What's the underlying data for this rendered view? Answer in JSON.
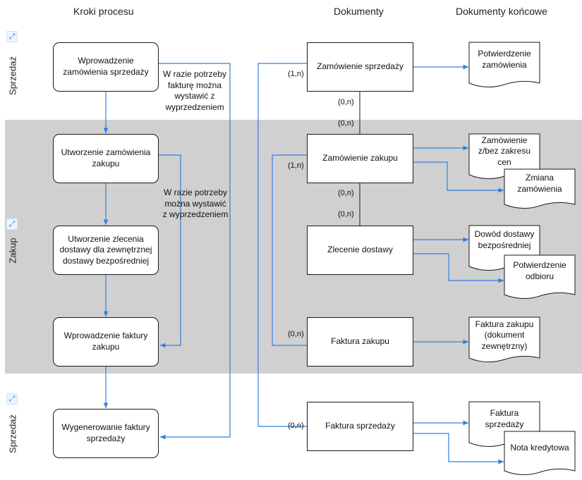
{
  "headers": {
    "steps": "Kroki procesu",
    "documents": "Dokumenty",
    "final_documents": "Dokumenty końcowe"
  },
  "lanes": {
    "top": "Sprzedaż",
    "middle": "Zakup",
    "bottom": "Sprzedaż"
  },
  "steps": {
    "enter_sales_order": "Wprowadzenie zamówienia sprzedaży",
    "create_purchase_order": "Utworzenie zamówienia zakupu",
    "create_drop_ship": "Utworzenie zlecenia dostawy dla zewnętrznej dostawy bezpośredniej",
    "enter_purchase_invoice": "Wprowadzenie faktury zakupu",
    "generate_sales_invoice": "Wygenerowanie faktury sprzedaży"
  },
  "notes": {
    "advance_invoice_1": "W razie potrzeby fakturę można wystawić z wyprzedzeniem",
    "advance_invoice_2": "W razie potrzeby można wystawić z wyprzedzeniem"
  },
  "documents": {
    "sales_order": "Zamówienie sprzedaży",
    "purchase_order": "Zamówienie zakupu",
    "delivery_order": "Zlecenie dostawy",
    "purchase_invoice": "Faktura zakupu",
    "sales_invoice": "Faktura sprzedaży"
  },
  "cardinalities": {
    "sales_order_in": "(1,n)",
    "sales_order_out": "(0,n)",
    "purchase_order_top": "(0,n)",
    "purchase_order_in": "(1,n)",
    "purchase_order_bottom": "(0,n)",
    "delivery_order_top": "(0,n)",
    "purchase_invoice_in": "(0,n)",
    "sales_invoice_in": "(0,n)"
  },
  "final_documents": {
    "order_confirmation": "Potwierdzenie zamówienia",
    "po_with_without_prices": "Zamówienie z/bez zakresu cen",
    "order_change": "Zmiana zamówienia",
    "direct_delivery_proof": "Dowód dostawy bezpośredniej",
    "receipt_confirmation": "Potwierdzenie odbioru",
    "purchase_invoice_external": "Faktura zakupu (dokument zewnętrzny)",
    "sales_invoice_doc": "Faktura sprzedaży",
    "credit_note": "Nota kredytowa"
  },
  "icons": {
    "expand": "expand-icon"
  },
  "colors": {
    "arrow": "#2f7fe0",
    "band": "#d0d0d0",
    "border": "#1a1a1a"
  }
}
